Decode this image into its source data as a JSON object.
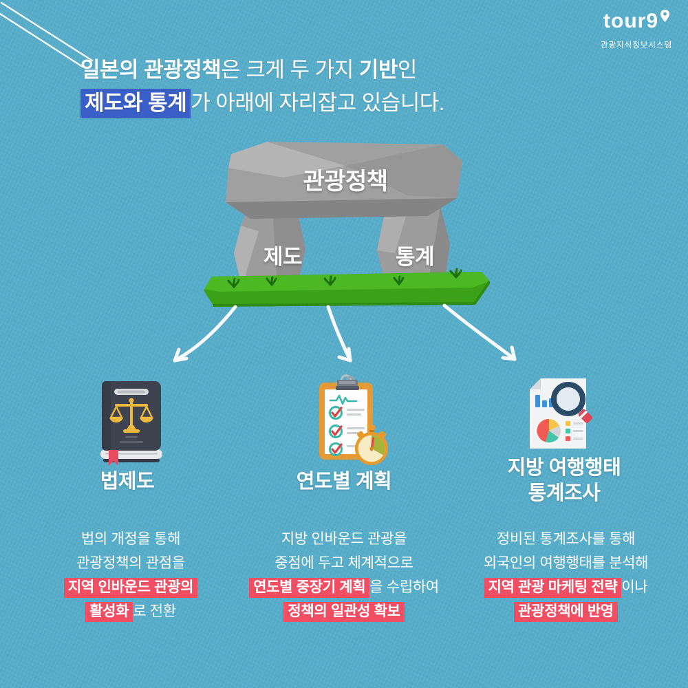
{
  "logo": {
    "brand": "tour9",
    "subtitle": "관광지식정보시스템"
  },
  "header": {
    "l1_bold1": "일본의 관광정책",
    "l1_reg1": "은 크게 두 가지 ",
    "l1_bold2": "기반",
    "l1_reg2": "인",
    "l2_highlight": "제도와 통계",
    "l2_reg": "가 아래에 자리잡고 있습니다."
  },
  "dolmen": {
    "capstone": "관광정책",
    "left_pillar": "제도",
    "right_pillar": "통계"
  },
  "columns": [
    {
      "icon": "law-book-icon",
      "title": "법제도",
      "desc": [
        [
          {
            "t": "법의 개정을 통해"
          }
        ],
        [
          {
            "t": "관광정책의 관점을"
          }
        ],
        [
          {
            "t": "지역 인바운드 관광의",
            "h": true
          }
        ],
        [
          {
            "t": "활성화",
            "h": true
          },
          {
            "t": "로 전환"
          }
        ]
      ]
    },
    {
      "icon": "annual-plan-icon",
      "title": "연도별 계획",
      "desc": [
        [
          {
            "t": "지방 인바운드 관광을"
          }
        ],
        [
          {
            "t": "중점에 두고 체계적으로"
          }
        ],
        [
          {
            "t": "연도별 중장기 계획",
            "h": true
          },
          {
            "t": "을 수립하여"
          }
        ],
        [
          {
            "t": "정책의 일관성 확보",
            "h": true
          }
        ]
      ]
    },
    {
      "icon": "statistics-survey-icon",
      "title": "지방 여행행태\n통계조사",
      "desc": [
        [
          {
            "t": "정비된 통계조사를 통해"
          }
        ],
        [
          {
            "t": "외국인의 여행행태를 분석해"
          }
        ],
        [
          {
            "t": "지역 관광 마케팅 전략",
            "h": true
          },
          {
            "t": "이나"
          }
        ],
        [
          {
            "t": "관광정책에 반영",
            "h": true
          }
        ]
      ]
    }
  ],
  "colors": {
    "background": "#57adc9",
    "highlight_blue": "#3a5fc8",
    "highlight_red": "#f04e63",
    "grass_green": "#46b220",
    "stone_gray": "#9b9b9b",
    "gold": "#ecb83d"
  }
}
